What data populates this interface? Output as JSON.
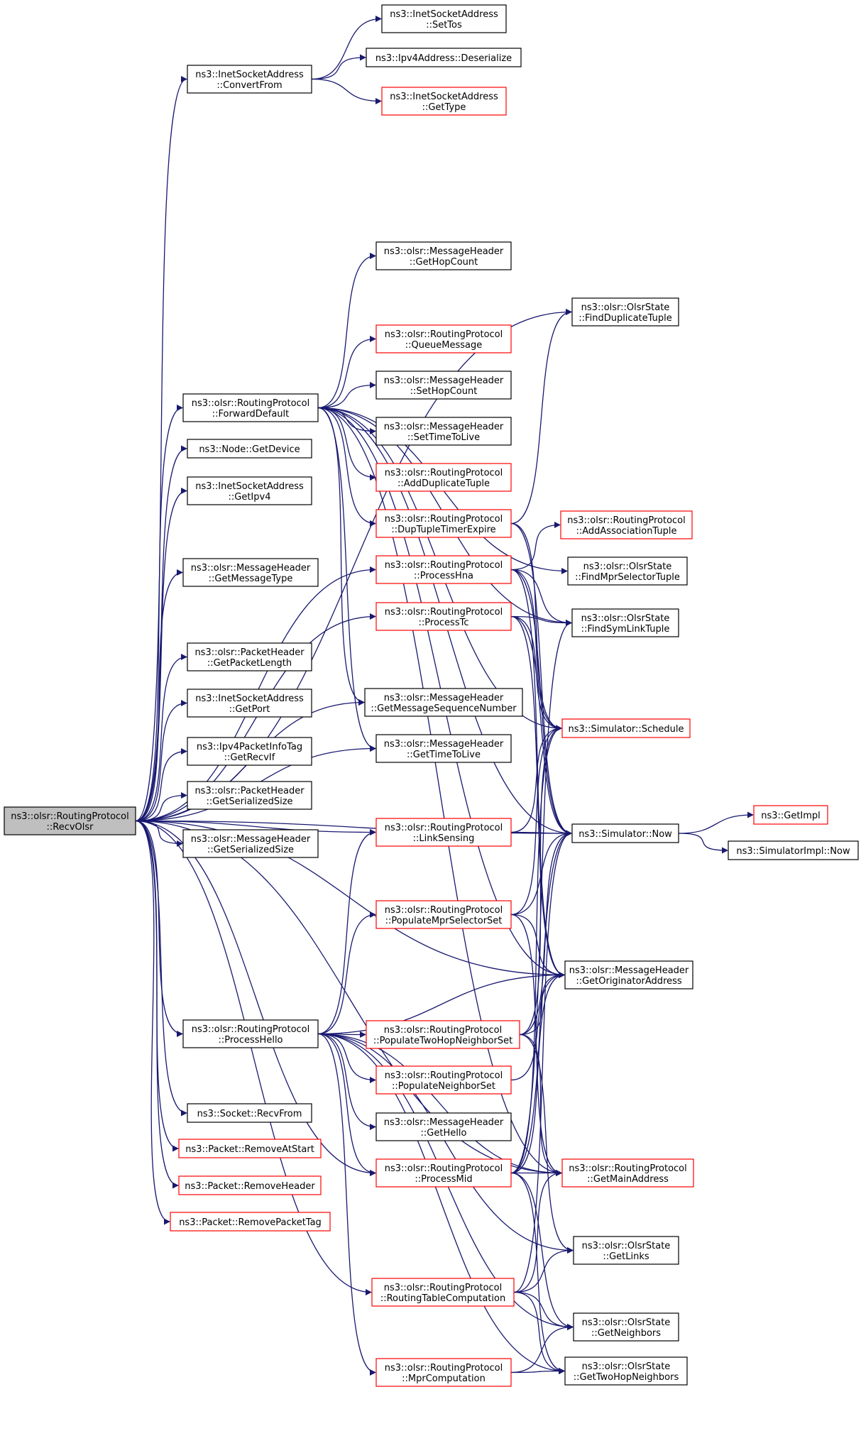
{
  "graph": {
    "root": "RecvOlsr",
    "colors": {
      "edge": "#191970",
      "node_border_black": "#000000",
      "node_border_red": "#ff0000",
      "root_fill": "#bfbfbf"
    },
    "nodes": [
      {
        "id": "RecvOlsr",
        "lines": [
          "ns3::olsr::RoutingProtocol",
          "::RecvOlsr"
        ],
        "style": "root"
      },
      {
        "id": "ConvertFrom",
        "lines": [
          "ns3::InetSocketAddress",
          "::ConvertFrom"
        ],
        "style": "black"
      },
      {
        "id": "SetTos",
        "lines": [
          "ns3::InetSocketAddress",
          "::SetTos"
        ],
        "style": "black"
      },
      {
        "id": "Deserialize",
        "lines": [
          "ns3::Ipv4Address::Deserialize"
        ],
        "style": "black"
      },
      {
        "id": "GetType",
        "lines": [
          "ns3::InetSocketAddress",
          "::GetType"
        ],
        "style": "red"
      },
      {
        "id": "FindDuplicateTuple",
        "lines": [
          "ns3::olsr::OlsrState",
          "::FindDuplicateTuple"
        ],
        "style": "black"
      },
      {
        "id": "GetHopCount",
        "lines": [
          "ns3::olsr::MessageHeader",
          "::GetHopCount"
        ],
        "style": "black"
      },
      {
        "id": "QueueMessage",
        "lines": [
          "ns3::olsr::RoutingProtocol",
          "::QueueMessage"
        ],
        "style": "red"
      },
      {
        "id": "SetHopCount",
        "lines": [
          "ns3::olsr::MessageHeader",
          "::SetHopCount"
        ],
        "style": "black"
      },
      {
        "id": "ForwardDefault",
        "lines": [
          "ns3::olsr::RoutingProtocol",
          "::ForwardDefault"
        ],
        "style": "black"
      },
      {
        "id": "SetTimeToLive",
        "lines": [
          "ns3::olsr::MessageHeader",
          "::SetTimeToLive"
        ],
        "style": "black"
      },
      {
        "id": "GetDevice",
        "lines": [
          "ns3::Node::GetDevice"
        ],
        "style": "black"
      },
      {
        "id": "AddDuplicateTuple",
        "lines": [
          "ns3::olsr::RoutingProtocol",
          "::AddDuplicateTuple"
        ],
        "style": "red"
      },
      {
        "id": "GetIpv4",
        "lines": [
          "ns3::InetSocketAddress",
          "::GetIpv4"
        ],
        "style": "black"
      },
      {
        "id": "DupTupleTimerExpire",
        "lines": [
          "ns3::olsr::RoutingProtocol",
          "::DupTupleTimerExpire"
        ],
        "style": "red"
      },
      {
        "id": "AddAssociationTuple",
        "lines": [
          "ns3::olsr::RoutingProtocol",
          "::AddAssociationTuple"
        ],
        "style": "red"
      },
      {
        "id": "GetMessageType",
        "lines": [
          "ns3::olsr::MessageHeader",
          "::GetMessageType"
        ],
        "style": "black"
      },
      {
        "id": "ProcessHna",
        "lines": [
          "ns3::olsr::RoutingProtocol",
          "::ProcessHna"
        ],
        "style": "red"
      },
      {
        "id": "FindMprSelectorTuple",
        "lines": [
          "ns3::olsr::OlsrState",
          "::FindMprSelectorTuple"
        ],
        "style": "black"
      },
      {
        "id": "ProcessTc",
        "lines": [
          "ns3::olsr::RoutingProtocol",
          "::ProcessTc"
        ],
        "style": "red"
      },
      {
        "id": "FindSymLinkTuple",
        "lines": [
          "ns3::olsr::OlsrState",
          "::FindSymLinkTuple"
        ],
        "style": "black"
      },
      {
        "id": "GetPacketLength",
        "lines": [
          "ns3::olsr::PacketHeader",
          "::GetPacketLength"
        ],
        "style": "black"
      },
      {
        "id": "GetPort",
        "lines": [
          "ns3::InetSocketAddress",
          "::GetPort"
        ],
        "style": "black"
      },
      {
        "id": "GetMessageSequenceNumber",
        "lines": [
          "ns3::olsr::MessageHeader",
          "::GetMessageSequenceNumber"
        ],
        "style": "black"
      },
      {
        "id": "Schedule",
        "lines": [
          "ns3::Simulator::Schedule"
        ],
        "style": "red"
      },
      {
        "id": "GetRecvIf",
        "lines": [
          "ns3::Ipv4PacketInfoTag",
          "::GetRecvIf"
        ],
        "style": "black"
      },
      {
        "id": "GetTimeToLive",
        "lines": [
          "ns3::olsr::MessageHeader",
          "::GetTimeToLive"
        ],
        "style": "black"
      },
      {
        "id": "PHGetSerializedSize",
        "lines": [
          "ns3::olsr::PacketHeader",
          "::GetSerializedSize"
        ],
        "style": "black"
      },
      {
        "id": "GetImpl",
        "lines": [
          "ns3::GetImpl"
        ],
        "style": "red"
      },
      {
        "id": "LinkSensing",
        "lines": [
          "ns3::olsr::RoutingProtocol",
          "::LinkSensing"
        ],
        "style": "red"
      },
      {
        "id": "SimNow",
        "lines": [
          "ns3::Simulator::Now"
        ],
        "style": "black"
      },
      {
        "id": "MHGetSerializedSize",
        "lines": [
          "ns3::olsr::MessageHeader",
          "::GetSerializedSize"
        ],
        "style": "black"
      },
      {
        "id": "SimImplNow",
        "lines": [
          "ns3::SimulatorImpl::Now"
        ],
        "style": "black"
      },
      {
        "id": "PopulateMprSelectorSet",
        "lines": [
          "ns3::olsr::RoutingProtocol",
          "::PopulateMprSelectorSet"
        ],
        "style": "red"
      },
      {
        "id": "GetOriginatorAddress",
        "lines": [
          "ns3::olsr::MessageHeader",
          "::GetOriginatorAddress"
        ],
        "style": "black"
      },
      {
        "id": "ProcessHello",
        "lines": [
          "ns3::olsr::RoutingProtocol",
          "::ProcessHello"
        ],
        "style": "black"
      },
      {
        "id": "PopulateTwoHopNeighborSet",
        "lines": [
          "ns3::olsr::RoutingProtocol",
          "::PopulateTwoHopNeighborSet"
        ],
        "style": "red"
      },
      {
        "id": "PopulateNeighborSet",
        "lines": [
          "ns3::olsr::RoutingProtocol",
          "::PopulateNeighborSet"
        ],
        "style": "red"
      },
      {
        "id": "RecvFrom",
        "lines": [
          "ns3::Socket::RecvFrom"
        ],
        "style": "black"
      },
      {
        "id": "GetHello",
        "lines": [
          "ns3::olsr::MessageHeader",
          "::GetHello"
        ],
        "style": "black"
      },
      {
        "id": "RemoveAtStart",
        "lines": [
          "ns3::Packet::RemoveAtStart"
        ],
        "style": "red"
      },
      {
        "id": "ProcessMid",
        "lines": [
          "ns3::olsr::RoutingProtocol",
          "::ProcessMid"
        ],
        "style": "red"
      },
      {
        "id": "GetMainAddress",
        "lines": [
          "ns3::olsr::RoutingProtocol",
          "::GetMainAddress"
        ],
        "style": "red"
      },
      {
        "id": "RemoveHeader",
        "lines": [
          "ns3::Packet::RemoveHeader"
        ],
        "style": "red"
      },
      {
        "id": "RemovePacketTag",
        "lines": [
          "ns3::Packet::RemovePacketTag"
        ],
        "style": "red"
      },
      {
        "id": "GetLinks",
        "lines": [
          "ns3::olsr::OlsrState",
          "::GetLinks"
        ],
        "style": "black"
      },
      {
        "id": "RoutingTableComputation",
        "lines": [
          "ns3::olsr::RoutingProtocol",
          "::RoutingTableComputation"
        ],
        "style": "red"
      },
      {
        "id": "GetNeighbors",
        "lines": [
          "ns3::olsr::OlsrState",
          "::GetNeighbors"
        ],
        "style": "black"
      },
      {
        "id": "MprComputation",
        "lines": [
          "ns3::olsr::RoutingProtocol",
          "::MprComputation"
        ],
        "style": "red"
      },
      {
        "id": "GetTwoHopNeighbors",
        "lines": [
          "ns3::olsr::OlsrState",
          "::GetTwoHopNeighbors"
        ],
        "style": "black"
      }
    ],
    "edges": [
      [
        "RecvOlsr",
        "ConvertFrom"
      ],
      [
        "RecvOlsr",
        "FindDuplicateTuple"
      ],
      [
        "RecvOlsr",
        "ForwardDefault"
      ],
      [
        "RecvOlsr",
        "GetDevice"
      ],
      [
        "RecvOlsr",
        "GetIpv4"
      ],
      [
        "RecvOlsr",
        "GetMessageType"
      ],
      [
        "RecvOlsr",
        "ProcessHna"
      ],
      [
        "RecvOlsr",
        "ProcessTc"
      ],
      [
        "RecvOlsr",
        "GetPacketLength"
      ],
      [
        "RecvOlsr",
        "GetPort"
      ],
      [
        "RecvOlsr",
        "GetRecvIf"
      ],
      [
        "RecvOlsr",
        "PHGetSerializedSize"
      ],
      [
        "RecvOlsr",
        "MHGetSerializedSize"
      ],
      [
        "RecvOlsr",
        "GetMessageSequenceNumber"
      ],
      [
        "RecvOlsr",
        "GetTimeToLive"
      ],
      [
        "RecvOlsr",
        "SimNow"
      ],
      [
        "RecvOlsr",
        "LinkSensing"
      ],
      [
        "RecvOlsr",
        "GetOriginatorAddress"
      ],
      [
        "RecvOlsr",
        "ProcessHello"
      ],
      [
        "RecvOlsr",
        "RecvFrom"
      ],
      [
        "RecvOlsr",
        "RemoveAtStart"
      ],
      [
        "RecvOlsr",
        "RemoveHeader"
      ],
      [
        "RecvOlsr",
        "RemovePacketTag"
      ],
      [
        "RecvOlsr",
        "RoutingTableComputation"
      ],
      [
        "RecvOlsr",
        "ProcessMid"
      ],
      [
        "RecvOlsr",
        "GetMainAddress"
      ],
      [
        "ConvertFrom",
        "SetTos"
      ],
      [
        "ConvertFrom",
        "Deserialize"
      ],
      [
        "ConvertFrom",
        "GetType"
      ],
      [
        "ForwardDefault",
        "GetHopCount"
      ],
      [
        "ForwardDefault",
        "QueueMessage"
      ],
      [
        "ForwardDefault",
        "SetHopCount"
      ],
      [
        "ForwardDefault",
        "SetTimeToLive"
      ],
      [
        "ForwardDefault",
        "AddDuplicateTuple"
      ],
      [
        "ForwardDefault",
        "DupTupleTimerExpire"
      ],
      [
        "ForwardDefault",
        "GetMessageSequenceNumber"
      ],
      [
        "ForwardDefault",
        "GetTimeToLive"
      ],
      [
        "ForwardDefault",
        "FindMprSelectorTuple"
      ],
      [
        "ForwardDefault",
        "FindSymLinkTuple"
      ],
      [
        "ForwardDefault",
        "Schedule"
      ],
      [
        "ForwardDefault",
        "SimNow"
      ],
      [
        "ForwardDefault",
        "GetOriginatorAddress"
      ],
      [
        "ForwardDefault",
        "GetMainAddress"
      ],
      [
        "DupTupleTimerExpire",
        "FindDuplicateTuple"
      ],
      [
        "DupTupleTimerExpire",
        "Schedule"
      ],
      [
        "DupTupleTimerExpire",
        "SimNow"
      ],
      [
        "ProcessHna",
        "AddAssociationTuple"
      ],
      [
        "ProcessHna",
        "FindSymLinkTuple"
      ],
      [
        "ProcessHna",
        "Schedule"
      ],
      [
        "ProcessHna",
        "SimNow"
      ],
      [
        "ProcessHna",
        "GetOriginatorAddress"
      ],
      [
        "ProcessTc",
        "FindSymLinkTuple"
      ],
      [
        "ProcessTc",
        "Schedule"
      ],
      [
        "ProcessTc",
        "SimNow"
      ],
      [
        "ProcessTc",
        "GetOriginatorAddress"
      ],
      [
        "LinkSensing",
        "SimNow"
      ],
      [
        "LinkSensing",
        "Schedule"
      ],
      [
        "SimNow",
        "GetImpl"
      ],
      [
        "SimNow",
        "SimImplNow"
      ],
      [
        "PopulateMprSelectorSet",
        "Schedule"
      ],
      [
        "PopulateMprSelectorSet",
        "SimNow"
      ],
      [
        "PopulateMprSelectorSet",
        "GetOriginatorAddress"
      ],
      [
        "PopulateMprSelectorSet",
        "GetMainAddress"
      ],
      [
        "ProcessHello",
        "PopulateMprSelectorSet"
      ],
      [
        "ProcessHello",
        "PopulateTwoHopNeighborSet"
      ],
      [
        "ProcessHello",
        "PopulateNeighborSet"
      ],
      [
        "ProcessHello",
        "GetHello"
      ],
      [
        "ProcessHello",
        "ProcessMid"
      ],
      [
        "ProcessHello",
        "LinkSensing"
      ],
      [
        "ProcessHello",
        "MprComputation"
      ],
      [
        "ProcessHello",
        "GetNeighbors"
      ],
      [
        "ProcessHello",
        "GetTwoHopNeighbors"
      ],
      [
        "ProcessHello",
        "GetMainAddress"
      ],
      [
        "ProcessHello",
        "GetLinks"
      ],
      [
        "ProcessHello",
        "GetOriginatorAddress"
      ],
      [
        "PopulateTwoHopNeighborSet",
        "Schedule"
      ],
      [
        "PopulateTwoHopNeighborSet",
        "SimNow"
      ],
      [
        "PopulateTwoHopNeighborSet",
        "GetOriginatorAddress"
      ],
      [
        "PopulateTwoHopNeighborSet",
        "GetMainAddress"
      ],
      [
        "PopulateTwoHopNeighborSet",
        "GetLinks"
      ],
      [
        "PopulateNeighborSet",
        "GetOriginatorAddress"
      ],
      [
        "ProcessMid",
        "GetMainAddress"
      ],
      [
        "ProcessMid",
        "SimNow"
      ],
      [
        "ProcessMid",
        "Schedule"
      ],
      [
        "ProcessMid",
        "GetOriginatorAddress"
      ],
      [
        "ProcessMid",
        "GetNeighbors"
      ],
      [
        "ProcessMid",
        "GetTwoHopNeighbors"
      ],
      [
        "ProcessMid",
        "FindSymLinkTuple"
      ],
      [
        "RoutingTableComputation",
        "GetLinks"
      ],
      [
        "RoutingTableComputation",
        "GetNeighbors"
      ],
      [
        "RoutingTableComputation",
        "GetTwoHopNeighbors"
      ],
      [
        "RoutingTableComputation",
        "SimNow"
      ],
      [
        "RoutingTableComputation",
        "GetMainAddress"
      ],
      [
        "MprComputation",
        "GetNeighbors"
      ],
      [
        "MprComputation",
        "GetTwoHopNeighbors"
      ]
    ]
  }
}
